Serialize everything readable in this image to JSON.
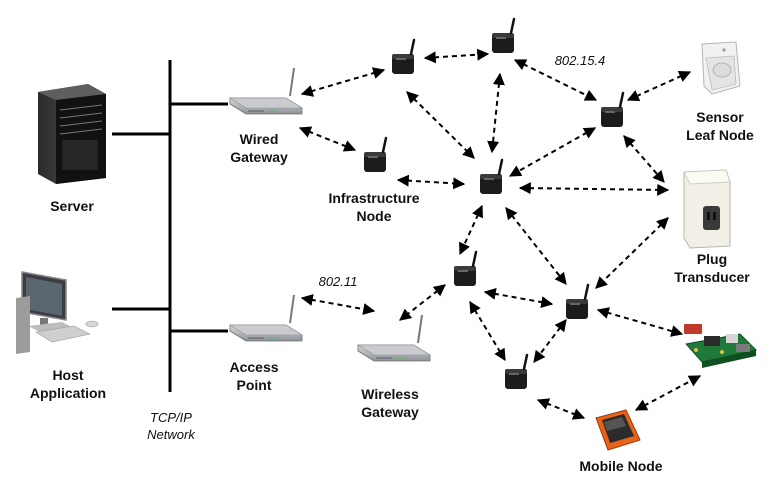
{
  "labels": {
    "server": "Server",
    "host_line1": "Host",
    "host_line2": "Application",
    "wired_line1": "Wired",
    "wired_line2": "Gateway",
    "infra_line1": "Infrastructure",
    "infra_line2": "Node",
    "access_line1": "Access",
    "access_line2": "Point",
    "wireless_line1": "Wireless",
    "wireless_line2": "Gateway",
    "sensor_line1": "Sensor",
    "sensor_line2": "Leaf Node",
    "plug_line1": "Plug",
    "plug_line2": "Transducer",
    "mobile": "Mobile Node",
    "network_line1": "TCP/IP",
    "network_line2": "Network",
    "protocol_802154": "802.15.4",
    "protocol_80211": "802.11"
  },
  "icons": {
    "server": "server-icon",
    "host": "computer-icon",
    "router": "router-icon",
    "mote": "sensor-mote-icon",
    "sensor": "motion-sensor-icon",
    "plug": "plug-transducer-icon",
    "board": "circuit-board-icon",
    "mobile": "mobile-device-icon"
  },
  "colors": {
    "line": "#000000",
    "device_silver": "#b9bcc0",
    "mote_black": "#1c1c1c",
    "mobile_orange": "#e8621a"
  }
}
